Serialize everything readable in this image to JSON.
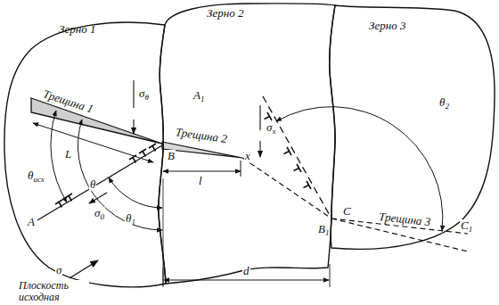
{
  "diagram": {
    "nodes": [
      {
        "text": [
          "Зерно 1"
        ]
      },
      {
        "text": [
          "Зерно 2"
        ]
      },
      {
        "text": [
          "Зерно 3"
        ]
      }
    ],
    "labels": [
      "Трещина 1",
      "Трещина 2",
      "Трещина 3",
      "L",
      "σθ",
      "θисх",
      "θ",
      "A",
      "B",
      "θ1",
      "σ0",
      "σ",
      "A1",
      "l",
      "x",
      "σx",
      "d",
      "B1",
      "C",
      "C1",
      "θ2",
      "Плоскость исходная"
    ]
  }
}
